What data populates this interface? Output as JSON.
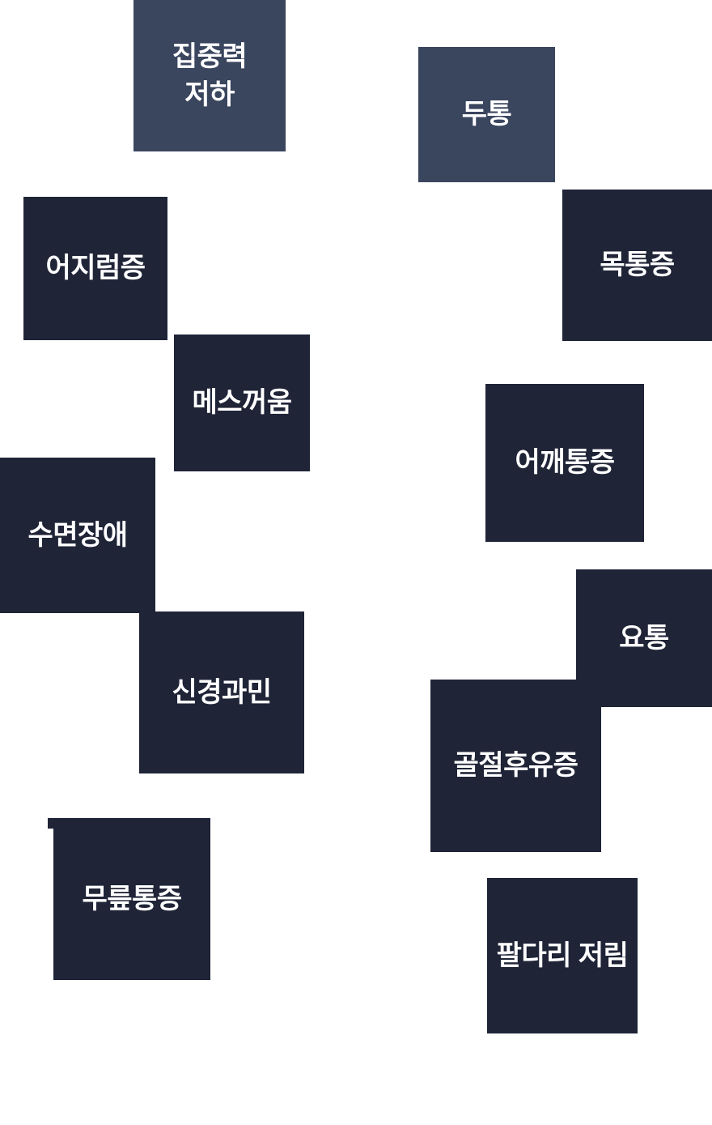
{
  "page": {
    "background_color": "#FFFFFF",
    "description": "symptom tiles section"
  },
  "colors": {
    "tile_light": "#3A455E",
    "tile_dark": "#1F2437",
    "label_text": "#FFFFFF"
  },
  "tiles": [
    {
      "name": "concentration-decline",
      "label": "집중력 저하",
      "line1": "집중력",
      "line2": "저하",
      "variant": "light"
    },
    {
      "name": "headache",
      "label": "두통",
      "variant": "light"
    },
    {
      "name": "dizziness",
      "label": "어지럼증",
      "variant": "dark"
    },
    {
      "name": "neck-pain",
      "label": "목통증",
      "variant": "dark"
    },
    {
      "name": "nausea",
      "label": "메스꺼움",
      "variant": "dark"
    },
    {
      "name": "shoulder-pain",
      "label": "어깨통증",
      "variant": "dark"
    },
    {
      "name": "sleep-disorder",
      "label": "수면장애",
      "variant": "dark"
    },
    {
      "name": "low-back-pain",
      "label": "요통",
      "variant": "dark"
    },
    {
      "name": "nervousness",
      "label": "신경과민",
      "variant": "dark"
    },
    {
      "name": "fracture-aftereffects",
      "label": "골절후유증",
      "variant": "dark"
    },
    {
      "name": "knee-pain",
      "label": "무릎통증",
      "variant": "dark"
    },
    {
      "name": "limb-numbness",
      "label": "팔다리 저림",
      "variant": "dark"
    }
  ]
}
